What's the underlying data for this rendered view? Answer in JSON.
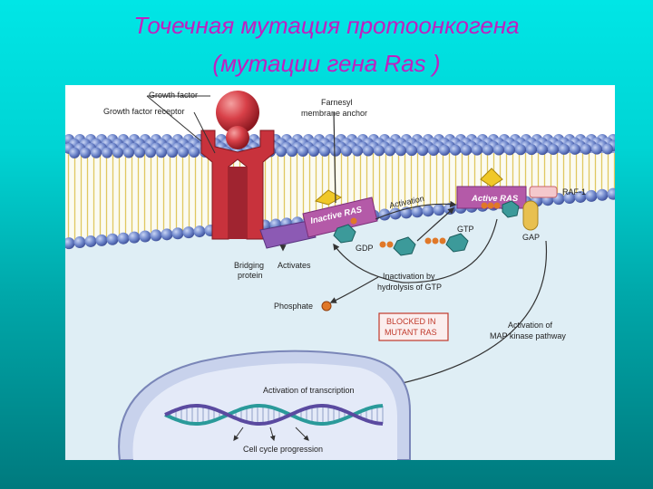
{
  "slide": {
    "title_line1": "Точечная мутация протоонкогена",
    "title_line2": "(мутации гена Ras )"
  },
  "diagram": {
    "labels": {
      "growth_factor": "Growth factor",
      "growth_factor_receptor": "Growth factor receptor",
      "farnesyl_line1": "Farnesyl",
      "farnesyl_line2": "membrane anchor",
      "inactive_ras": "Inactive RAS",
      "active_ras": "Active RAS",
      "activation": "Activation",
      "raf1": "RAF-1",
      "gtp": "GTP",
      "gdp": "GDP",
      "gap": "GAP",
      "bridging_line1": "Bridging",
      "bridging_line2": "protein",
      "activates": "Activates",
      "inactivation_line1": "Inactivation by",
      "inactivation_line2": "hydrolysis of GTP",
      "phosphate": "Phosphate",
      "blocked_line1": "BLOCKED IN",
      "blocked_line2": "MUTANT RAS",
      "map_line1": "Activation of",
      "map_line2": "MAP kinase pathway",
      "transcription": "Activation of transcription",
      "cell_cycle": "Cell cycle progression"
    },
    "colors": {
      "title": "#c020c0",
      "membrane_head": "#6f86c8",
      "receptor": "#c8323c",
      "ras_box": "#b45aa8",
      "bridging": "#8c5ab4",
      "anchor": "#f0c828",
      "gtp_dot": "#e07828",
      "gdp_hex": "#3c9a9a",
      "gap": "#e8c050",
      "blocked": "#c0392b",
      "nucleus": "#c8d2ec",
      "dna_teal": "#2a9a9a",
      "dna_purple": "#5a4aa0"
    }
  }
}
